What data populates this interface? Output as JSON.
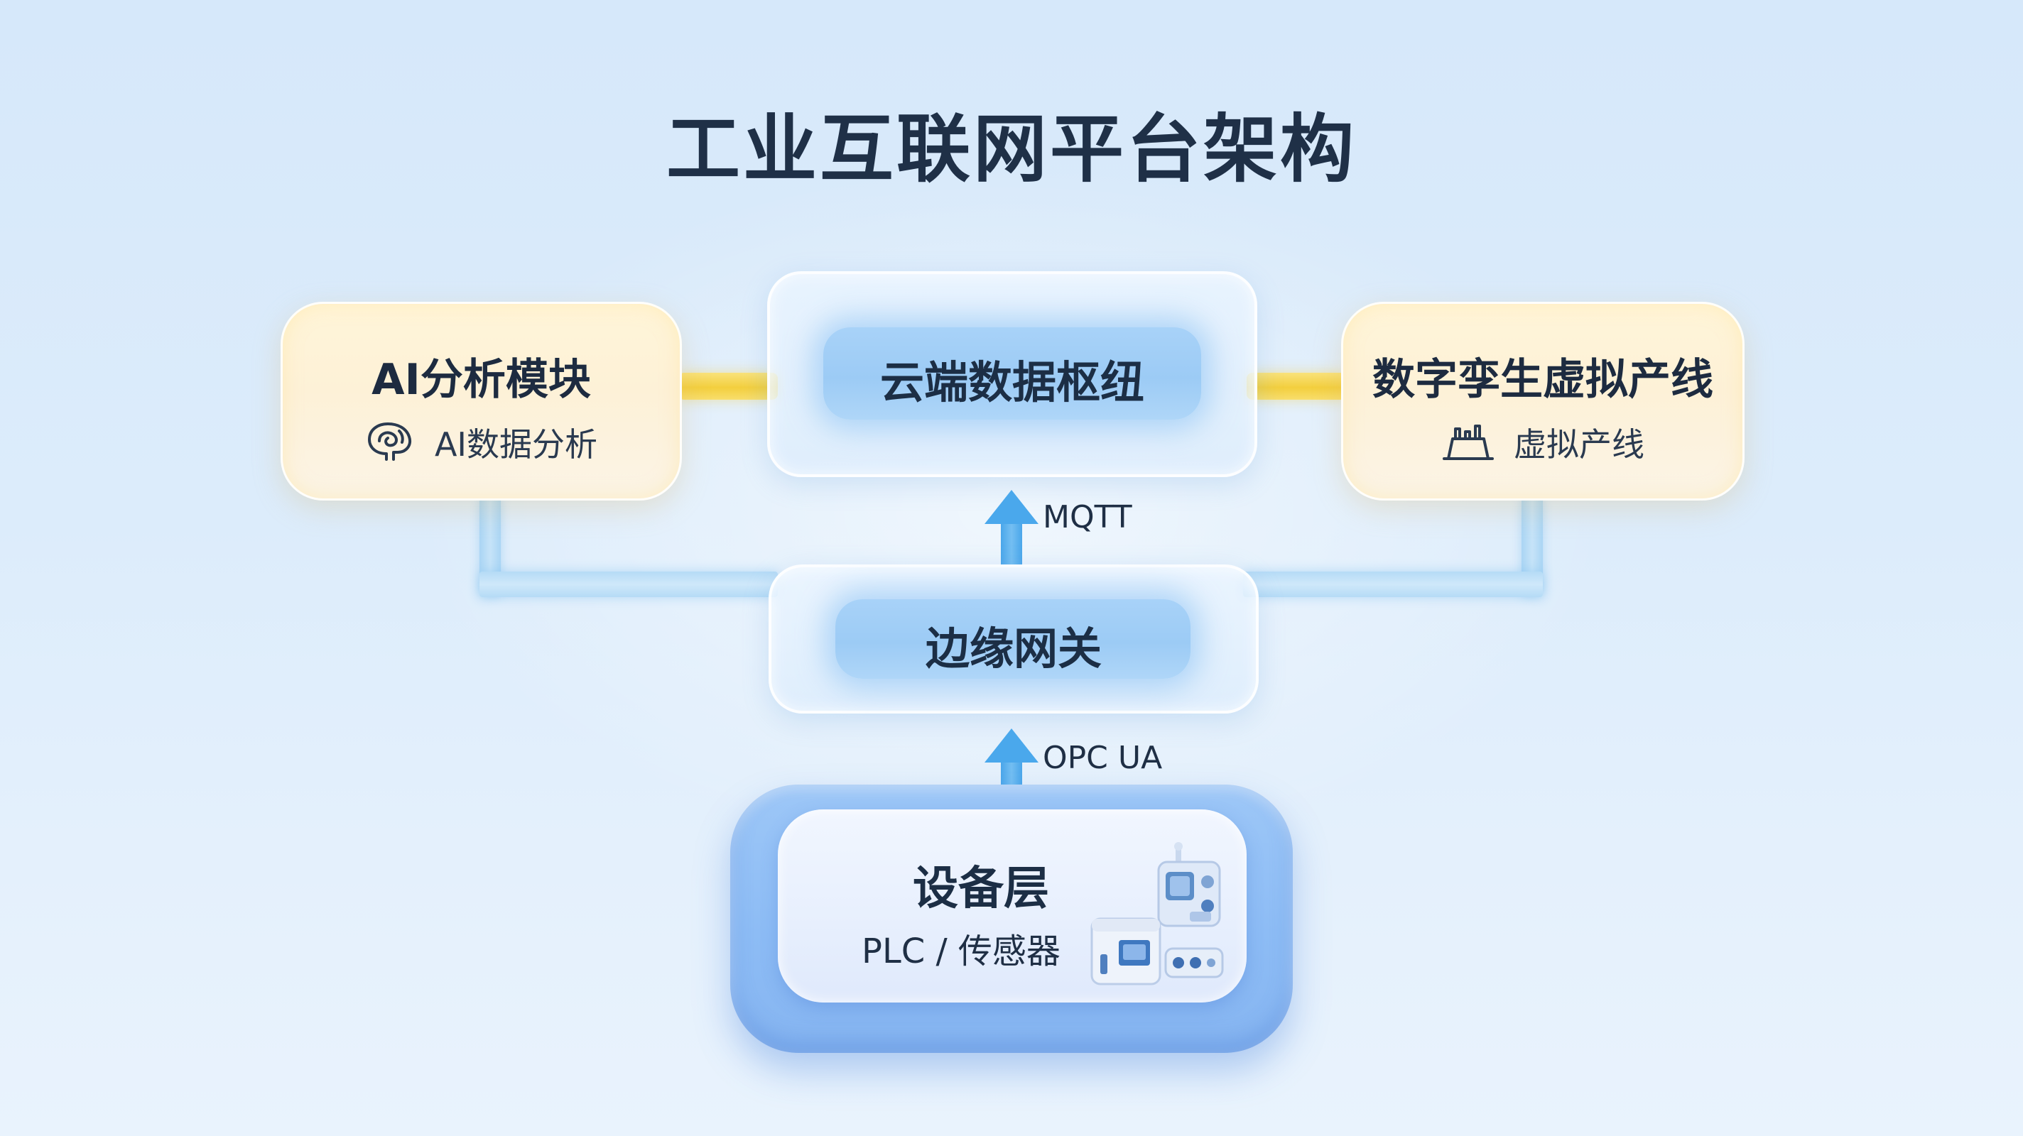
{
  "title": "工业互联网平台架构",
  "nodes": {
    "ai_module": {
      "title": "AI分析模块",
      "subtitle": "AI数据分析",
      "icon": "brain-icon"
    },
    "cloud_hub": {
      "title": "云端数据枢纽"
    },
    "digital_twin": {
      "title": "数字孪生虚拟产线",
      "subtitle": "虚拟产线",
      "icon": "production-line-icon"
    },
    "edge_gateway": {
      "title": "边缘网关"
    },
    "device_layer": {
      "title": "设备层",
      "subtitle": "PLC / 传感器",
      "icon": "industrial-equipment-icon"
    }
  },
  "edges": [
    {
      "from": "device_layer",
      "to": "edge_gateway",
      "label": "OPC UA"
    },
    {
      "from": "edge_gateway",
      "to": "cloud_hub",
      "label": "MQTT"
    },
    {
      "from": "ai_module",
      "to": "cloud_hub",
      "label": ""
    },
    {
      "from": "cloud_hub",
      "to": "digital_twin",
      "label": ""
    },
    {
      "from": "edge_gateway",
      "to": "ai_module",
      "label": ""
    },
    {
      "from": "edge_gateway",
      "to": "digital_twin",
      "label": ""
    }
  ],
  "colors": {
    "accent_blue": "#4aa8ec",
    "connector_yellow": "#f3cf3e",
    "warm_card": "#fdf1d7",
    "device_blue": "#8dbcf5"
  }
}
